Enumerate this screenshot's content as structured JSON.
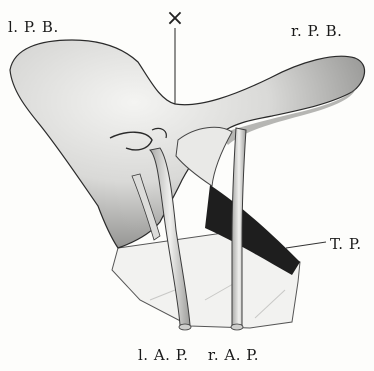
{
  "labels": {
    "left_pb": "l. P. B.",
    "right_pb": "r. P. B.",
    "tp": "T. P.",
    "left_ap": "l. A. P.",
    "right_ap": "r. A. P."
  },
  "marker": "×"
}
